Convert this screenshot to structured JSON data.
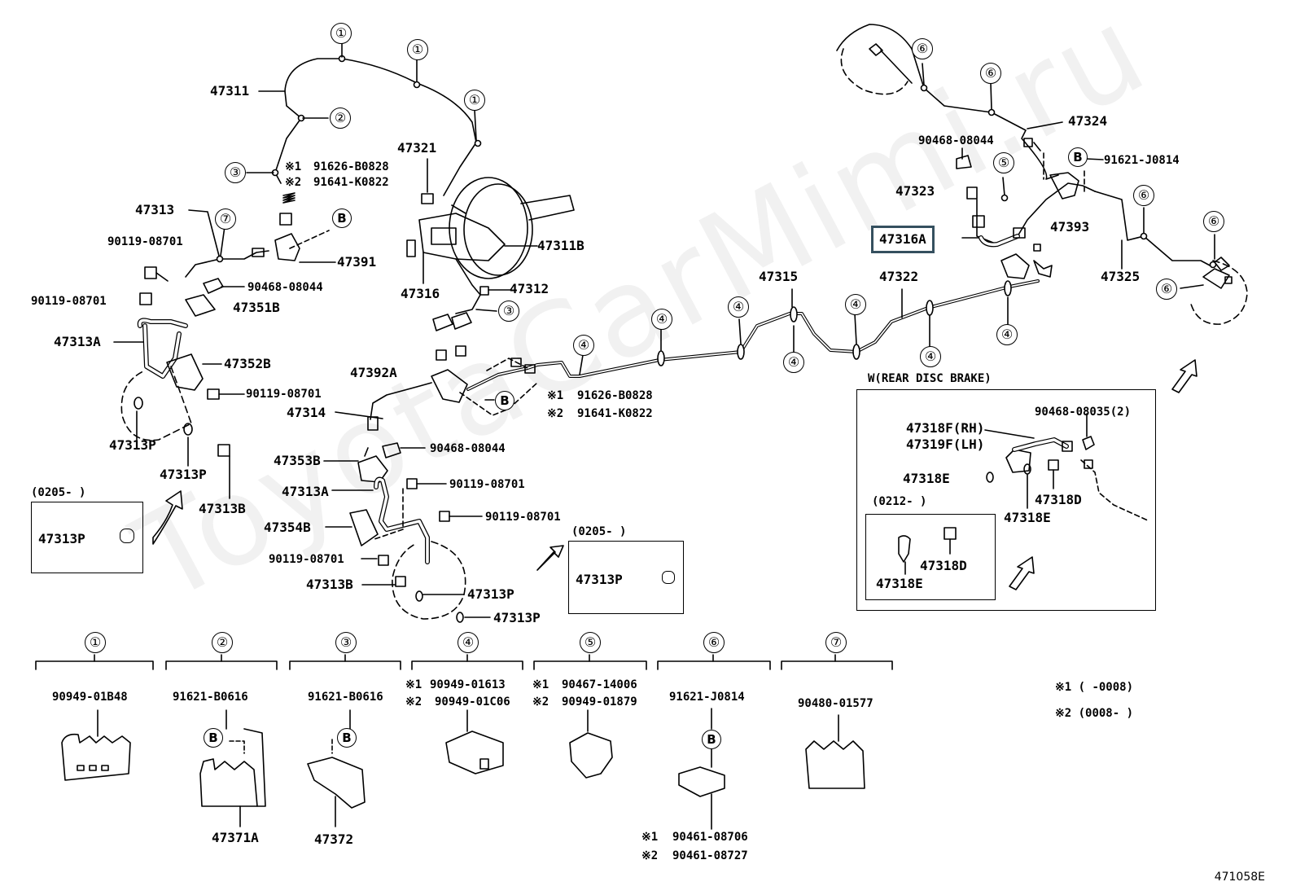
{
  "diagram_code": "471058E",
  "watermark": "ToyotaCarMimi.ru",
  "highlighted_part": "47316A",
  "highlight_color": "#35505f",
  "refs": {
    "one": "①",
    "two": "②",
    "three": "③",
    "four": "④",
    "five": "⑤",
    "six": "⑥",
    "seven": "⑦",
    "b": "B",
    "note1": "※1",
    "note2": "※2"
  },
  "parts": {
    "p47311": "47311",
    "p47313": "47313",
    "p90119": "90119-08701",
    "p47313A": "47313A",
    "p47351B": "47351B",
    "p47352B": "47352B",
    "p47313P": "47313P",
    "p47313B": "47313B",
    "p90468": "90468-08044",
    "p47391": "47391",
    "p91626": "91626-B0828",
    "p91641": "91641-K0822",
    "p47321": "47321",
    "p47316": "47316",
    "p47311B": "47311B",
    "p47312": "47312",
    "p47392A": "47392A",
    "p47314": "47314",
    "p47353B": "47353B",
    "p47354B": "47354B",
    "p47315": "47315",
    "p47322": "47322",
    "p47324": "47324",
    "p47323": "47323",
    "p47316A": "47316A",
    "p47393": "47393",
    "p47325": "47325",
    "p91621J": "91621-J0814"
  },
  "date_boxes": {
    "left_title": "(0205-        )",
    "mid_title": "(0205-        )",
    "label": "47313P"
  },
  "rear_disc": {
    "title": "W(REAR DISC BRAKE)",
    "p90468_2": "90468-08035(2)",
    "p47318F": "47318F(RH)",
    "p47319F": "47319F(LH)",
    "p47318E": "47318E",
    "p47318D": "47318D",
    "inner_title": "(0212-        )"
  },
  "clamps": {
    "c1": "90949-01B48",
    "c2": "91621-B0616",
    "c2b": "47371A",
    "c3": "91621-B0616",
    "c3b": "47372",
    "c4a": "90949-01613",
    "c4b": "90949-01C06",
    "c5a": "90467-14006",
    "c5b": "90949-01879",
    "c6": "91621-J0814",
    "c6a": "90461-08706",
    "c6b": "90461-08727",
    "c7": "90480-01577"
  },
  "legend": {
    "n1": "※1 (      -0008)",
    "n2": "※2 (0008-      )"
  }
}
